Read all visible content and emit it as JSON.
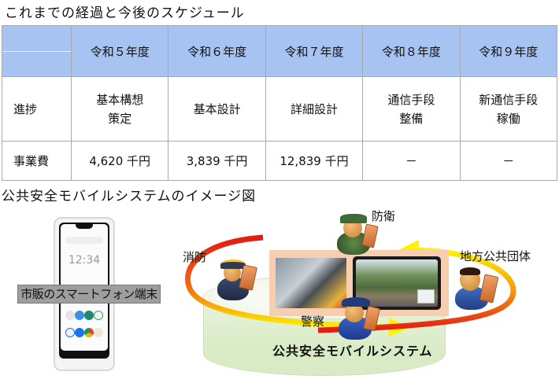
{
  "schedule": {
    "title": "これまでの経過と今後のスケジュール",
    "columns": [
      "",
      "令和５年度",
      "令和６年度",
      "令和７年度",
      "令和８年度",
      "令和９年度"
    ],
    "rows": [
      {
        "label": "進捗",
        "cells": [
          [
            "基本構想",
            "策定"
          ],
          [
            "基本設計"
          ],
          [
            "詳細設計"
          ],
          [
            "通信手段",
            "整備"
          ],
          [
            "新通信手段",
            "稼働"
          ]
        ]
      },
      {
        "label": "事業費",
        "cells": [
          "4,620 千円",
          "3,839 千円",
          "12,839 千円",
          "－",
          "－"
        ]
      }
    ],
    "colors": {
      "header_bg": "#a7c3f2",
      "border": "#a8a8a8"
    }
  },
  "image_section": {
    "title": "公共安全モバイルシステムのイメージ図",
    "phone": {
      "label": "市販のスマートフォン端末",
      "clock": "12:34"
    },
    "system_label": "公共安全モバイルシステム",
    "actors": {
      "fire": "消防",
      "defense": "防衛",
      "local_gov": "地方公共団体",
      "police": "警察"
    },
    "colors": {
      "arrow_red": "#e41b13",
      "arrow_yellow": "#fff200",
      "panel_bg": "#f7cfb0",
      "disk_green": "#d8ebc4"
    }
  }
}
